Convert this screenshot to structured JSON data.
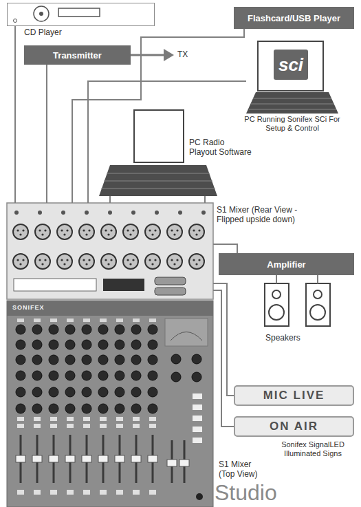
{
  "diagram": {
    "nodes": [
      {
        "text": [
          "CD Player"
        ]
      },
      {
        "text": [
          "Flashcard/USB Player"
        ]
      },
      {
        "text": [
          "Transmitter"
        ]
      },
      {
        "text": [
          "sci",
          "PC Running Sonifex SCi For Setup & Control"
        ]
      },
      {
        "text": [
          "PC Radio Playout Software"
        ]
      },
      {
        "text": [
          "S1 Mixer (Rear View - Flipped upside down)"
        ]
      },
      {
        "text": [
          "Amplifier"
        ]
      },
      {
        "text": [
          "Speakers"
        ]
      },
      {
        "text": [
          "MIC LIVE"
        ]
      },
      {
        "text": [
          "ON AIR"
        ]
      },
      {
        "text": [
          "S1 Mixer (Top View)"
        ]
      }
    ],
    "edges": [
      {
        "from": 0,
        "to": 5,
        "arrow": "none"
      },
      {
        "from": 2,
        "to": 5,
        "arrow": "none"
      },
      {
        "from": 1,
        "to": 5,
        "arrow": "none"
      },
      {
        "from": 3,
        "to": 5,
        "arrow": "none"
      },
      {
        "from": 4,
        "to": 5,
        "arrow": "none"
      },
      {
        "from": 4,
        "to": 5,
        "arrow": "none"
      },
      {
        "from": 5,
        "to": 6,
        "arrow": "none"
      },
      {
        "from": 6,
        "to": 7,
        "arrow": "none"
      },
      {
        "from": 6,
        "to": 7,
        "arrow": "none"
      },
      {
        "from": 5,
        "to": 8,
        "arrow": "none"
      },
      {
        "from": 5,
        "to": 9,
        "arrow": "none"
      }
    ],
    "labels": [
      "TX",
      "SONIFEX",
      "Sonifex SignalLED Illuminated Signs",
      "Studio"
    ]
  }
}
